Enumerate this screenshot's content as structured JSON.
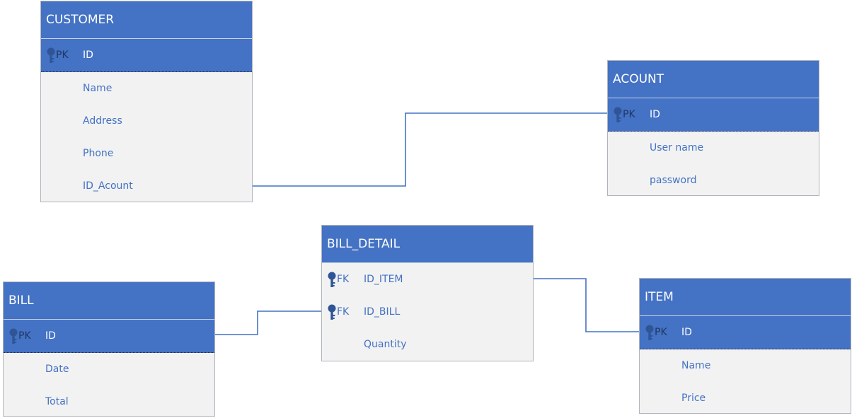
{
  "colors": {
    "header": "#4472c4",
    "body": "#f2f2f2",
    "line": "#4472c4",
    "key": "#2f5597"
  },
  "icons": {
    "key": "key-icon"
  },
  "entities": {
    "customer": {
      "title": "CUSTOMER",
      "pk": {
        "tag": "PK",
        "name": "ID"
      },
      "fields": [
        "Name",
        "Address",
        "Phone",
        "ID_Acount"
      ]
    },
    "acount": {
      "title": "ACOUNT",
      "pk": {
        "tag": "PK",
        "name": "ID"
      },
      "fields": [
        "User name",
        "password"
      ]
    },
    "bill_detail": {
      "title": "BILL_DETAIL",
      "fk": [
        {
          "tag": "FK",
          "name": "ID_ITEM"
        },
        {
          "tag": "FK",
          "name": "ID_BILL"
        }
      ],
      "fields": [
        "Quantity"
      ]
    },
    "bill": {
      "title": "BILL",
      "pk": {
        "tag": "PK",
        "name": "ID"
      },
      "fields": [
        "Date",
        "Total"
      ]
    },
    "item": {
      "title": "ITEM",
      "pk": {
        "tag": "PK",
        "name": "ID"
      },
      "fields": [
        "Name",
        "Price"
      ]
    }
  }
}
